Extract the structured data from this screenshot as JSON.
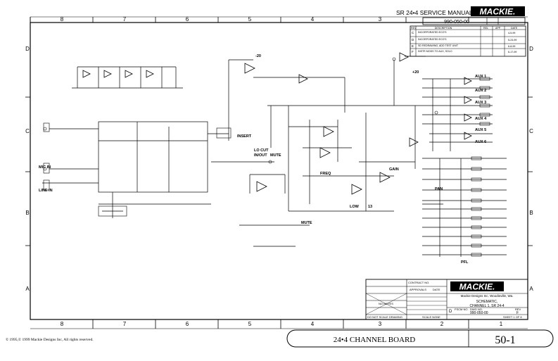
{
  "header": {
    "manual_title": "SR 24•4 SERVICE MANUAL",
    "brand": "MACKIE.",
    "part_number": "990-050-00"
  },
  "grid": {
    "columns_top": [
      "8",
      "7",
      "6",
      "5",
      "4",
      "3",
      "2",
      "1"
    ],
    "columns_bottom": [
      "8",
      "7",
      "6",
      "5",
      "4",
      "3",
      "2",
      "1"
    ],
    "rows_left": [
      "D",
      "C",
      "B",
      "A"
    ],
    "rows_right": [
      "D",
      "C",
      "B",
      "A"
    ]
  },
  "revision_block": {
    "headers": [
      "REV",
      "DESCRIPTION",
      "REL",
      "APP",
      "DATE"
    ],
    "rows": [
      {
        "rev": "C",
        "desc": "INCORPORATED ECO'S",
        "date": "4-5-99"
      },
      {
        "rev": "D",
        "desc": "INCORPORATED ECO'S",
        "date": "5-24-99"
      },
      {
        "rev": "E",
        "desc": "SD REDRAWING, ADD TEST UNIT",
        "date": "6-8-99"
      },
      {
        "rev": "F",
        "desc": "INSTR MODS TO AUX, SOLO",
        "date": "6-17-99"
      }
    ]
  },
  "schematic": {
    "labels": {
      "insert": "INSERT",
      "lo_cut": "LO CUT",
      "in_out": "IN/OUT",
      "mute": "MUTE",
      "freq": "FREQ",
      "low": "LOW",
      "gain": "GAIN",
      "pan": "PAN",
      "mic_in": "MIC IN",
      "line_in": "LINE IN",
      "pfl": "PFL",
      "aux_1": "AUX 1",
      "aux_2": "AUX 2",
      "aux_3": "AUX 3",
      "aux_4": "AUX 4",
      "aux_5": "AUX 5",
      "aux_6": "AUX 6",
      "plus_20": "+20",
      "minus_20": "-20",
      "num_13": "13"
    }
  },
  "title_block": {
    "contract_no": "CONTRACT NO.",
    "approvals": "APPROVALS",
    "date": "DATE",
    "company": "Mackie Designs Inc.  Woodinville, Wa.",
    "title_line1": "SCHEMATIC,",
    "title_line2": "CHANNEL 1, SR 24-4",
    "size": "D",
    "fscm": "FSCM NO.",
    "dwg_no_label": "DWG NO.",
    "dwg_no": "990-050-00",
    "rev_label": "REV",
    "rev": "F",
    "do_not_scale": "DO NOT SCALE DRAWING",
    "sheet": "SHEET  1  OF  8",
    "scale": "SCALE  NONE",
    "no_notes": "NO NOTES"
  },
  "footer": {
    "copyright": "© 1995,© 1999 Mackie Designs Inc, All rights reserved.",
    "board_name": "24•4 CHANNEL BOARD",
    "page_number": "50-1"
  }
}
